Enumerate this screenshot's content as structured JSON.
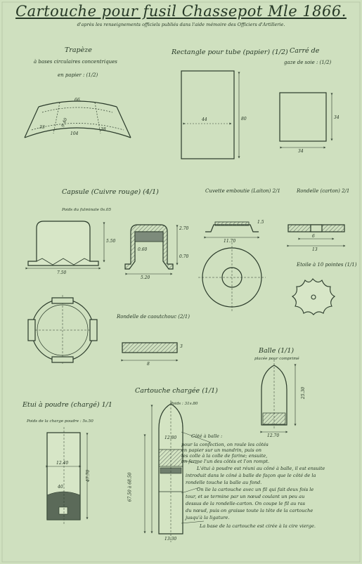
{
  "title": "Cartouche pour fusil Chassepot Mle 1866.",
  "subtitle": "d'après les renseignements officiels publiés dans l'aide mémoire des Officiers d'Artillerie.",
  "trapeze": {
    "label_1": "Trapèze",
    "label_2": "à bases circulaires concentriques",
    "label_3": "en papier : (1/2)",
    "dims": [
      "66.",
      "9.40",
      "33",
      "104",
      "38"
    ]
  },
  "rectangle": {
    "label": "Rectangle pour tube (papier) (1/2)",
    "dims": [
      "44",
      "80"
    ]
  },
  "carre": {
    "label_1": "Carré de",
    "label_2": "gaze de soie : (1/2)",
    "dims": [
      "34",
      "34"
    ]
  },
  "capsule": {
    "label": "Capsule (Cuivre rouge) (4/1)",
    "poids": "Poids du fulminate 0s.05",
    "dims": [
      "5.50",
      "7.50",
      "5.20",
      "0.60",
      "2.70",
      "0.70"
    ]
  },
  "cuvette": {
    "label": "Cuvette emboutie (Laiton) 2/1",
    "dims": [
      "11.70",
      "1.5"
    ]
  },
  "rondelle_carton": {
    "label": "Rondelle (carton) 2/1",
    "dims": [
      "6",
      "13"
    ]
  },
  "etoile": {
    "label": "Etoile à 10 pointes (1/1)"
  },
  "rondelle_caoutchouc": {
    "label": "Rondelle de caoutchouc (2/1)",
    "dims": [
      "3",
      "8"
    ]
  },
  "balle": {
    "label": "Balle (1/1)",
    "sublabel": "placée pour comprimé",
    "dims": [
      "12.70",
      "25.30"
    ]
  },
  "cartouche_chargee": {
    "label": "Cartouche chargée (1/1)",
    "poids": "Poids : 31s.80",
    "dims": [
      "67.50 à 68.50",
      "12.80",
      "13.30"
    ]
  },
  "etui": {
    "label": "Etui à poudre (chargé) 1/1",
    "poids": "Poids de la charge poudre : 5s.50",
    "dims": [
      "12.40",
      "47.70",
      "40"
    ]
  },
  "notes": [
    "Côté à balle :",
    "pour la confection, on roule les côtés",
    "en papier sur un mandrin, puis on",
    "les colle à la colle de farine; ensuite,",
    "on ferme l'un des côtés et l'on rompt.",
    "L'étui à poudre est réuni au côné à balle, il est ensuite",
    "introduit dans le côné à balle de façon que le côté de la",
    "rondelle touche la balle au fond.",
    "On lie la cartouche avec un fil qui fait deux fois le",
    "tour, et se termine par un nœud coulant un peu au",
    "dessus de la rondelle-carton. On coupe le fil au ras",
    "du nœud, puis on graisse toute la tête de la cartouche",
    "jusqu'à la ligature.",
    "La base de la cartouche est cirée à la cire vierge."
  ]
}
